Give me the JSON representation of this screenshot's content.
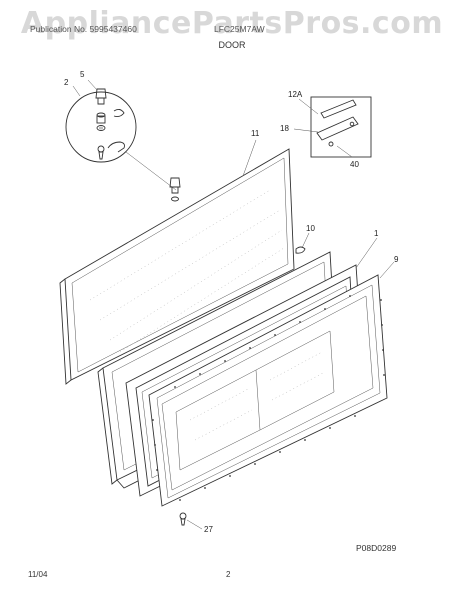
{
  "watermark": "AppliancePartsPros.com",
  "header": {
    "left_text": "Publication No. 5995437460",
    "model_text": "LFC25M7AW",
    "section_title": "DOOR"
  },
  "callouts": {
    "c5": "5",
    "c2": "2",
    "c11": "11",
    "c12a": "12A",
    "c18": "18",
    "c40": "40",
    "c10": "10",
    "c1": "1",
    "c9": "9",
    "c27": "27"
  },
  "figure_code": "P08D0289",
  "footer": {
    "date": "11/04",
    "page": "2"
  }
}
